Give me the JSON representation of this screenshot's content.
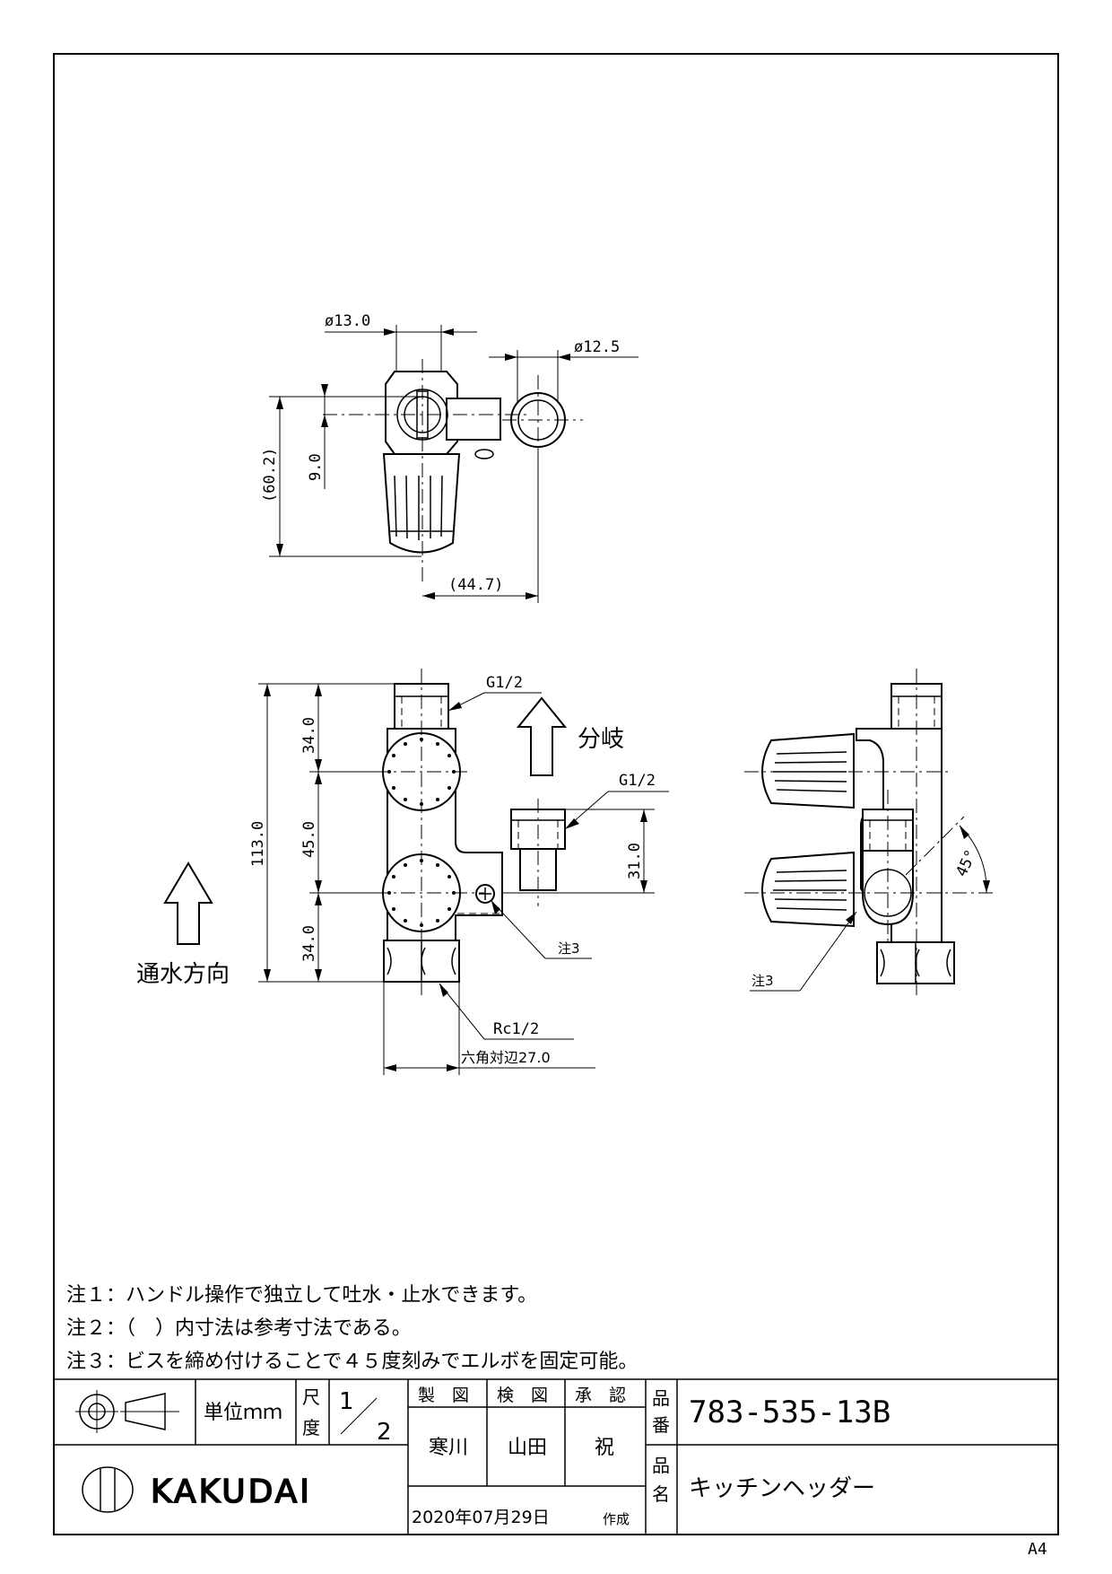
{
  "paper_size": "A4",
  "notes": [
    "注１：ハンドル操作で独立して吐水・止水できます。",
    "注２：（　）内寸法は参考寸法である。",
    "注３：ビスを締め付けることで４５度刻みでエルボを固定可能。"
  ],
  "top_view": {
    "dim_dia_left": "ø13.0",
    "dim_dia_right": "ø12.5",
    "dim_height": "(60.2)",
    "dim_offset": "9.0",
    "dim_width": "(44.7)"
  },
  "front_view": {
    "label_inlet_thread_top": "G1/2",
    "label_branch": "分岐",
    "label_branch_thread": "G1/2",
    "dim_total": "113.0",
    "dim_upper": "34.0",
    "dim_middle": "45.0",
    "dim_lower": "34.0",
    "dim_branch": "31.0",
    "label_note3": "注3",
    "label_flow": "通水方向",
    "label_bottom_thread": "Rc1/2",
    "label_hex": "六角対辺27.0"
  },
  "side_view": {
    "dim_angle": "45°",
    "label_note3": "注3"
  },
  "title_block": {
    "unit_label": "単位ｍｍ",
    "scale_label_1": "尺",
    "scale_label_2": "度",
    "scale_num": "1",
    "scale_den": "2",
    "head_drawn": "製　図",
    "head_checked": "検　図",
    "head_approved": "承　認",
    "name_drawn": "寒川",
    "name_checked": "山田",
    "name_approved": "祝",
    "date": "2020年07月29日",
    "date_suffix": "作成",
    "part_no_label_1": "品",
    "part_no_label_2": "番",
    "part_no": "783-535-13B",
    "part_name_label_1": "品",
    "part_name_label_2": "名",
    "part_name": "キッチンヘッダー",
    "company": "KAKUDAI"
  }
}
